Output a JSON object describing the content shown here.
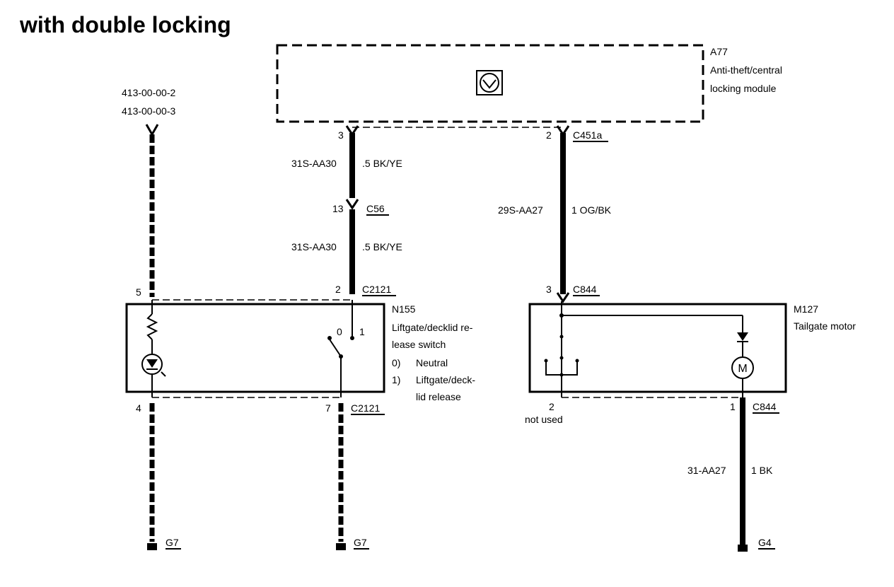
{
  "title": "with double locking",
  "refs": {
    "ref1": "413-00-00-2",
    "ref2": "413-00-00-3"
  },
  "module": {
    "id": "A77",
    "name_line1": "Anti-theft/central",
    "name_line2": "locking module"
  },
  "switch": {
    "id": "N155",
    "name_line1": "Liftgate/decklid re-",
    "name_line2": "lease switch",
    "pos0_num": "0)",
    "pos0_label": "Neutral",
    "pos1_num": "1)",
    "pos1_label_line1": "Liftgate/deck-",
    "pos1_label_line2": "lid release",
    "contact0": "0",
    "contact1": "1"
  },
  "motor": {
    "id": "M127",
    "name": "Tailgate motor",
    "symbol": "M"
  },
  "pins": {
    "a77_p3": "3",
    "a77_p2": "2",
    "c56_p13": "13",
    "n155_p5": "5",
    "n155_p2": "2",
    "n155_p4": "4",
    "n155_p7": "7",
    "m127_p3": "3",
    "m127_p2": "2",
    "m127_p1": "1"
  },
  "connectors": {
    "c451a": "C451a",
    "c56": "C56",
    "c2121_top": "C2121",
    "c2121_bottom": "C2121",
    "c844_top": "C844",
    "c844_bottom": "C844"
  },
  "wires": {
    "w1_code": "31S-AA30",
    "w1_spec": ".5 BK/YE",
    "w2_code": "31S-AA30",
    "w2_spec": ".5 BK/YE",
    "w3_code": "29S-AA27",
    "w3_spec": "1 OG/BK",
    "w4_code": "31-AA27",
    "w4_spec": "1 BK"
  },
  "not_used": "not used",
  "grounds": {
    "g7_left": "G7",
    "g7_mid": "G7",
    "g4": "G4"
  }
}
